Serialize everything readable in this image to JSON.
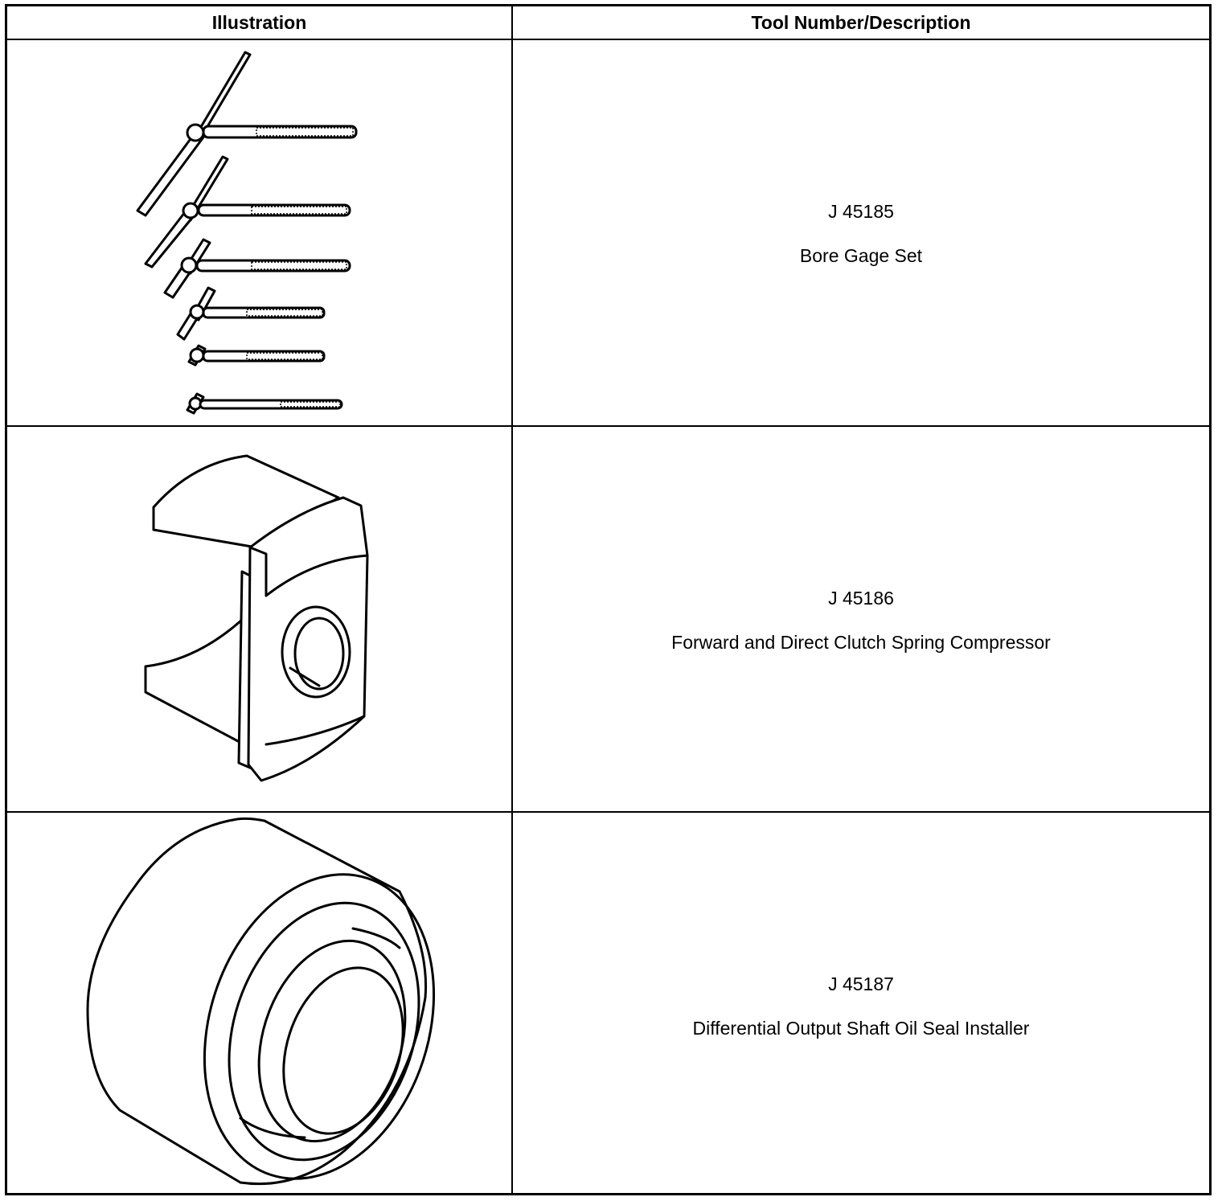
{
  "table": {
    "header_illustration": "Illustration",
    "header_tool": "Tool Number/Description",
    "rows": [
      {
        "tool_number": "J 45185",
        "description": "Bore Gage Set",
        "illustration_icon": "bore-gage-set-icon"
      },
      {
        "tool_number": "J 45186",
        "description": "Forward and Direct Clutch Spring Compressor",
        "illustration_icon": "clutch-spring-compressor-icon"
      },
      {
        "tool_number": "J 45187",
        "description": "Differential Output Shaft Oil Seal Installer",
        "illustration_icon": "oil-seal-installer-icon"
      }
    ]
  }
}
